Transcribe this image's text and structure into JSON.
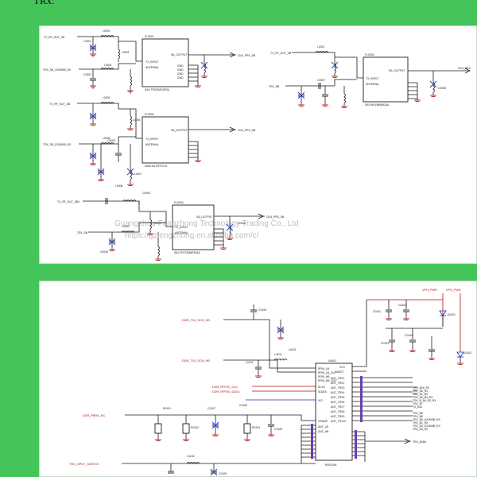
{
  "page": {
    "heading": "TRx:"
  },
  "watermark": {
    "line1": "Guangzhou Fengzhong Technology Trading Co., Ltd",
    "line2": "https://gzfengzhong.en.alibaba.com/c/"
  },
  "top": {
    "inputs": [
      "TX_RF_OUT_SB",
      "TRX_SB_G/GMSB_RX",
      "TX_RF_OUT_SB",
      "TRX_SB_G/GMSB_RX",
      "TX_RF_OUT_SB2",
      "TRX_SB"
    ],
    "outputs": [
      "GLN_PRX_SB",
      "GLN_PRX_SB",
      "GLN_PRX_SB"
    ],
    "right_input_tx": "TX_RF_OUT_SB",
    "right_input_trx": "TRX_SB",
    "right_output": "GLN_PRX",
    "chip_pins_left": [
      "TX_INPUT",
      "ANTENNA"
    ],
    "chip_pins_right": [
      "SA_OUTPUT",
      "GND",
      "GND",
      "GND",
      "GND",
      "GND"
    ],
    "chips": [
      {
        "ref": "FL0001",
        "part": "SAY-TF823MGAP2A"
      },
      {
        "ref": "FL0002",
        "part": "SAW-M1T4PF1CK"
      },
      {
        "ref": "FL0003",
        "part": "SAY-TF673MNF53AA"
      },
      {
        "ref": "FL0004",
        "part": "SAY-MXVB6AM2AA"
      }
    ],
    "parts": [
      "L0001",
      "L0002",
      "L0003",
      "C0001",
      "C0002",
      "L0004",
      "L0005",
      "L0006",
      "C0003",
      "L0007",
      "L0008",
      "C0004",
      "C0005",
      "L0009",
      "L0010",
      "C0006",
      "C0007",
      "L0011",
      "C0008",
      "C0009"
    ]
  },
  "bottom": {
    "signals_left": [
      "DDR_TX0_SCH_HB",
      "DDR_TX0_SCH_HB",
      "DDR_RFFE0_CLK",
      "DDR_RFFE0_DATA",
      "DDR_PBRX_HC",
      "TRX_OPDT_SWITCH"
    ],
    "signals_right": [
      "TRX_B28_RX",
      "TRX_B5_RX",
      "TRX_B1_RX",
      "TRX_B3_B4_RX",
      "TRX_B_B4_B2_RX",
      "TRX_B7",
      "TX_B41",
      "TRX_B5",
      "TRX_B8",
      "TRX_B5_G/GMSB_RX",
      "TRX_B1_RX",
      "TRX_B2_G/GMSB_RX",
      "TRX_B3_RX",
      "TRX_B28A"
    ],
    "chip_ref": "U0001",
    "chip_part": "RF5219A",
    "chip_pins_left": [
      "RFIN_LB",
      "RFIN_LB_OUT",
      "RFIN_HB",
      "RFIN_HB_OUT",
      "SCLK",
      "SDATA",
      "VIO",
      "VRAMP",
      "ANT_LB",
      "ANT_HB"
    ],
    "chip_pins_right": [
      "VCC",
      "VBATT",
      "ANT_TRX1",
      "ANT_TRX2",
      "ANT_TRX3",
      "ANT_TRX4",
      "ANT_TRX5",
      "ANT_TRX6",
      "ANT_TRX7",
      "ANT_TRX8",
      "ANT_TRX9",
      "ANT_TRX10"
    ],
    "power": [
      "VPH_PWR",
      "VPH_PWR"
    ],
    "parts": [
      "C0101",
      "C0102",
      "C0103",
      "C0104",
      "L0101",
      "L0102",
      "C0105",
      "C0106",
      "C0107",
      "R0101",
      "R0102",
      "R0103",
      "C0108",
      "C0109",
      "L0103",
      "D0101",
      "D0102"
    ]
  }
}
